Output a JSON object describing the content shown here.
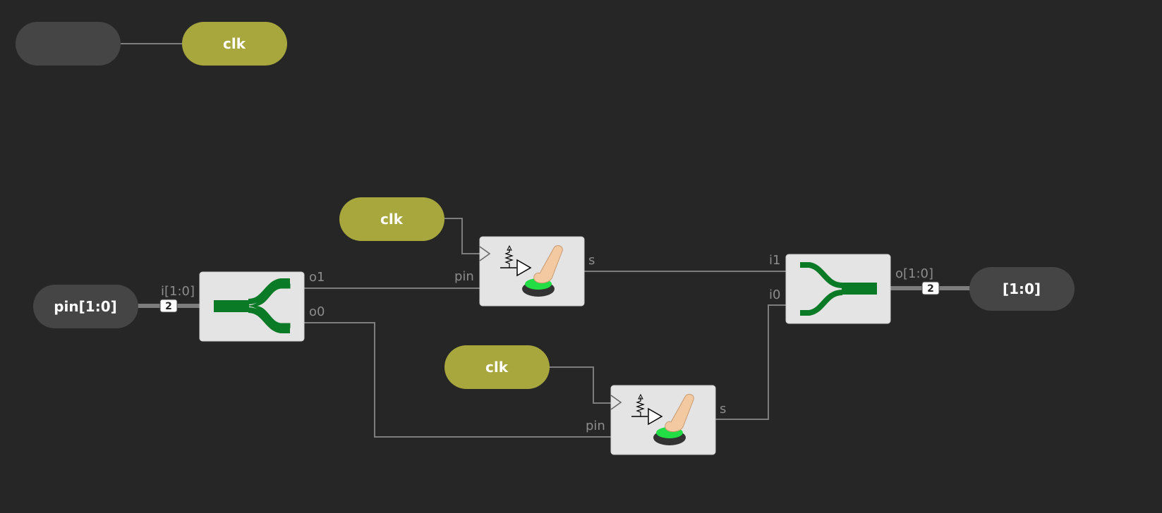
{
  "diagram": {
    "top_empty_node": "",
    "top_clk": "clk",
    "clk_1": "clk",
    "clk_2": "clk",
    "input_pin": "pin[1:0]",
    "output_pin": "[1:0]",
    "splitter": {
      "in_label": "i[1:0]",
      "out1_label": "o1",
      "out0_label": "o0",
      "bus_width": "2"
    },
    "button_1": {
      "pin_label": "pin",
      "s_label": "s"
    },
    "button_2": {
      "pin_label": "pin",
      "s_label": "s"
    },
    "merger": {
      "in1_label": "i1",
      "in0_label": "i0",
      "out_label": "o[1:0]",
      "bus_width": "2"
    }
  },
  "colors": {
    "background": "#262626",
    "clk_node": "#a8a73e",
    "io_node": "#454545",
    "wire": "#7d7d7d",
    "block": "#e4e4e4",
    "splitter_green": "#0b7a26",
    "button_green": "#22dd44"
  }
}
